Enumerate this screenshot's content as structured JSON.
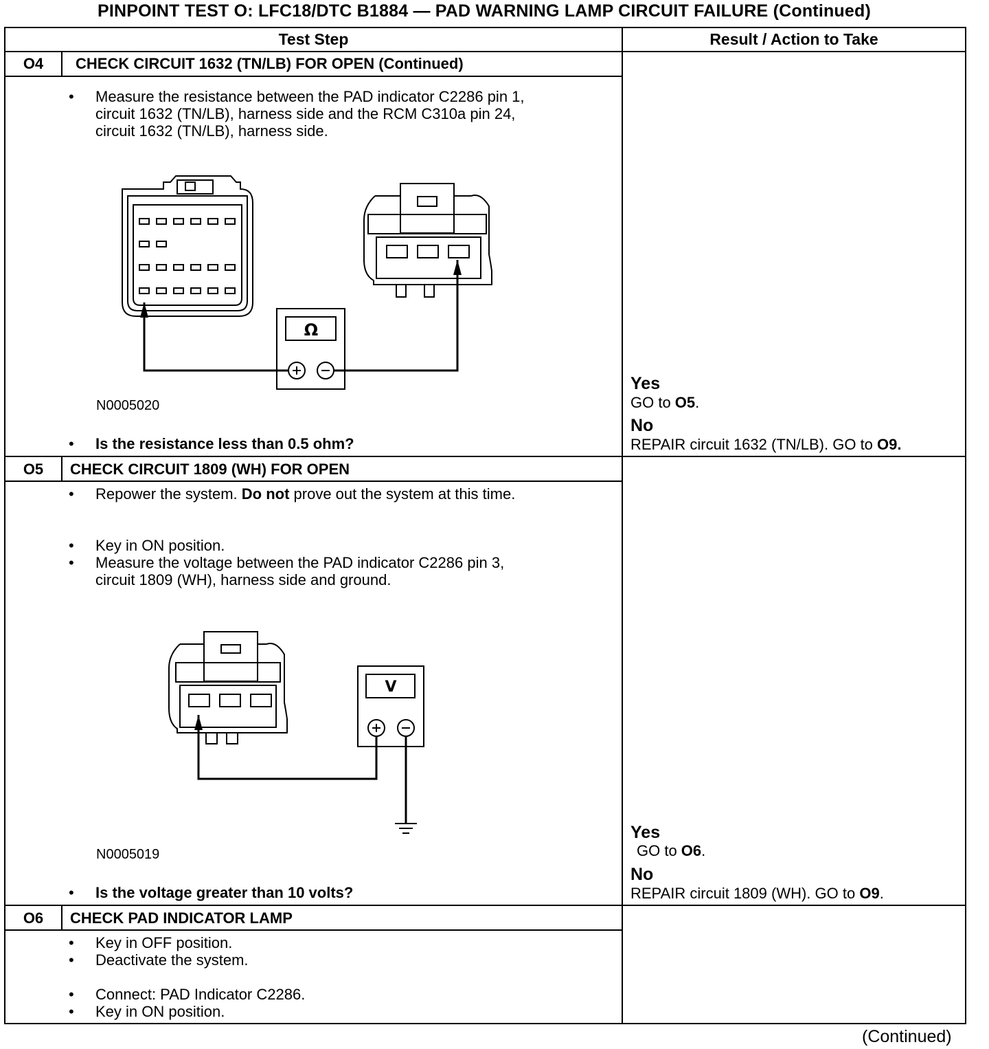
{
  "title": "PINPOINT TEST  O: LFC18/DTC B1884 — PAD WARNING LAMP CIRCUIT FAILURE (Continued)",
  "headers": {
    "test_step": "Test Step",
    "result": "Result / Action to Take"
  },
  "steps": {
    "o4": {
      "id": "O4",
      "title": "CHECK CIRCUIT 1632 (TN/LB) FOR OPEN (Continued)",
      "bullet1_line1": "Measure the resistance between the PAD indicator C2286 pin 1,",
      "bullet1_line2": "circuit 1632 (TN/LB), harness side and the RCM C310a pin 24,",
      "bullet1_line3": "circuit 1632 (TN/LB), harness side.",
      "figure_id": "N0005020",
      "meter_symbol": "Ω",
      "question": "Is the resistance less than 0.5 ohm?",
      "yes_label": "Yes",
      "yes_action_pre": "GO to ",
      "yes_action_ref": "O5",
      "yes_action_post": ".",
      "no_label": "No",
      "no_action_pre": "REPAIR circuit 1632 (TN/LB). GO to ",
      "no_action_ref": "O9",
      "no_action_post": "."
    },
    "o5": {
      "id": "O5",
      "title": "CHECK CIRCUIT 1809 (WH) FOR OPEN",
      "bullet1_pre": "Repower the system. ",
      "bullet1_bold": "Do not",
      "bullet1_post": " prove out the system at this time.",
      "bullet2": "Key in ON position.",
      "bullet3_line1": "Measure the voltage between the PAD indicator C2286 pin 3,",
      "bullet3_line2": "circuit 1809 (WH), harness side and ground.",
      "figure_id": "N0005019",
      "meter_symbol": "V",
      "question": "Is the voltage greater than 10 volts?",
      "yes_label": "Yes",
      "yes_action_pre": "GO to ",
      "yes_action_ref": "O6",
      "yes_action_post": ".",
      "no_label": "No",
      "no_action_pre": "REPAIR circuit 1809 (WH). GO to ",
      "no_action_ref": "O9",
      "no_action_post": "."
    },
    "o6": {
      "id": "O6",
      "title": "CHECK PAD INDICATOR LAMP",
      "bullet1": "Key in OFF position.",
      "bullet2": "Deactivate the system.",
      "bullet3": "Connect: PAD Indicator C2286.",
      "bullet4": "Key in ON position."
    }
  },
  "bullet_char": "•",
  "footer": "(Continued)"
}
